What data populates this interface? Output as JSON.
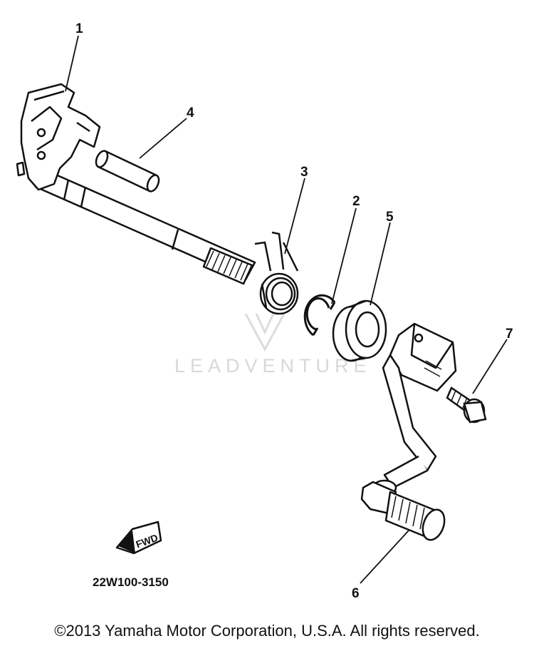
{
  "diagram": {
    "callouts": [
      "1",
      "2",
      "3",
      "4",
      "5",
      "6",
      "7"
    ],
    "fwd_label": "FWD",
    "part_code": "22W100-3150",
    "watermark": "LEADVENTURE"
  },
  "footer": {
    "copyright": "©2013 Yamaha Motor Corporation, U.S.A. All rights reserved."
  }
}
